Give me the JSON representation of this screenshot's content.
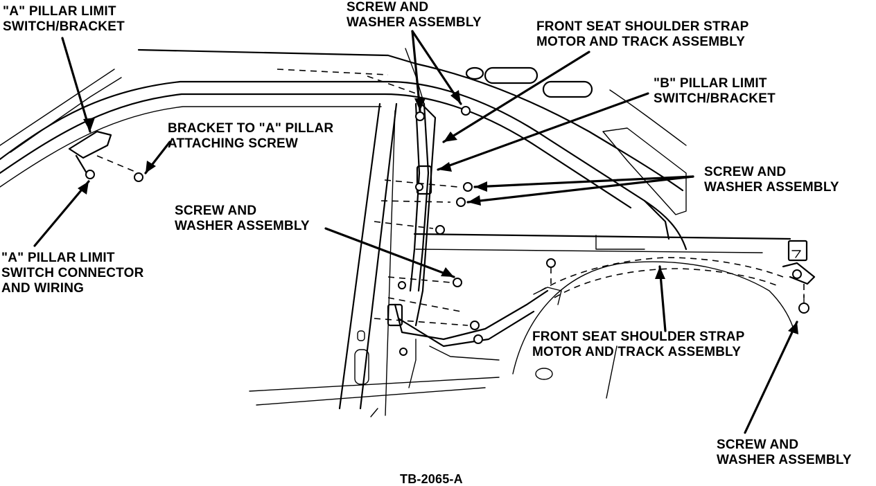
{
  "labels": {
    "a_pillar_switch_bracket": [
      "\"A\" PILLAR LIMIT",
      "SWITCH/BRACKET"
    ],
    "screw_washer_top": [
      "SCREW AND",
      "WASHER ASSEMBLY"
    ],
    "shoulder_strap_top": [
      "FRONT SEAT SHOULDER STRAP",
      "MOTOR AND TRACK ASSEMBLY"
    ],
    "b_pillar_switch_bracket": [
      "\"B\" PILLAR LIMIT",
      "SWITCH/BRACKET"
    ],
    "bracket_screw": [
      "BRACKET TO \"A\" PILLAR",
      "ATTACHING SCREW"
    ],
    "screw_washer_right": [
      "SCREW AND",
      "WASHER ASSEMBLY"
    ],
    "screw_washer_mid": [
      "SCREW AND",
      "WASHER ASSEMBLY"
    ],
    "a_pillar_connector": [
      "\"A\" PILLAR LIMIT",
      "SWITCH CONNECTOR",
      "AND WIRING"
    ],
    "shoulder_strap_bottom": [
      "FRONT SEAT SHOULDER STRAP",
      "MOTOR AND TRACK ASSEMBLY"
    ],
    "screw_washer_bottom": [
      "SCREW AND",
      "WASHER ASSEMBLY"
    ],
    "figure_id": [
      "TB-2065-A"
    ]
  }
}
